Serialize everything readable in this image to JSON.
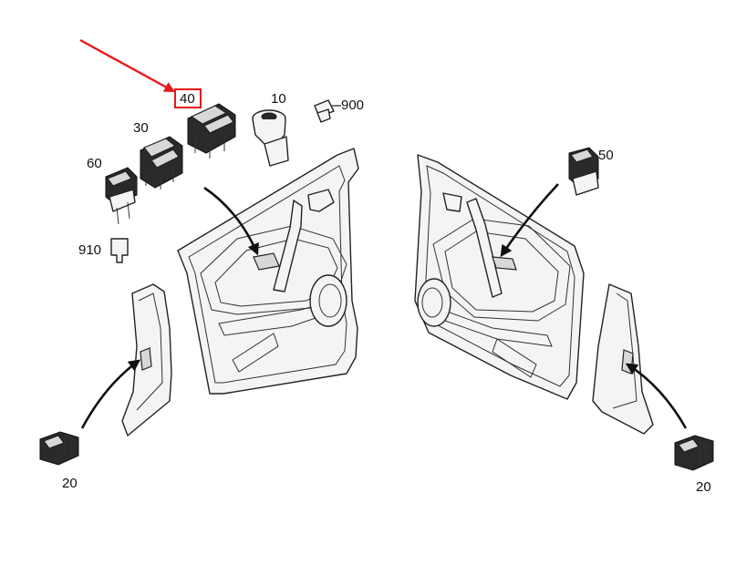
{
  "diagram": {
    "labels": {
      "p10": "10",
      "p900": "900",
      "p40": "40",
      "p30": "30",
      "p60": "60",
      "p910": "910",
      "p50": "50",
      "p20_left": "20",
      "p20_right": "20"
    },
    "highlighted_part": "40",
    "colors": {
      "highlight": "#e8181c",
      "outline": "#222222",
      "part_fill": "#f4f4f4"
    }
  }
}
